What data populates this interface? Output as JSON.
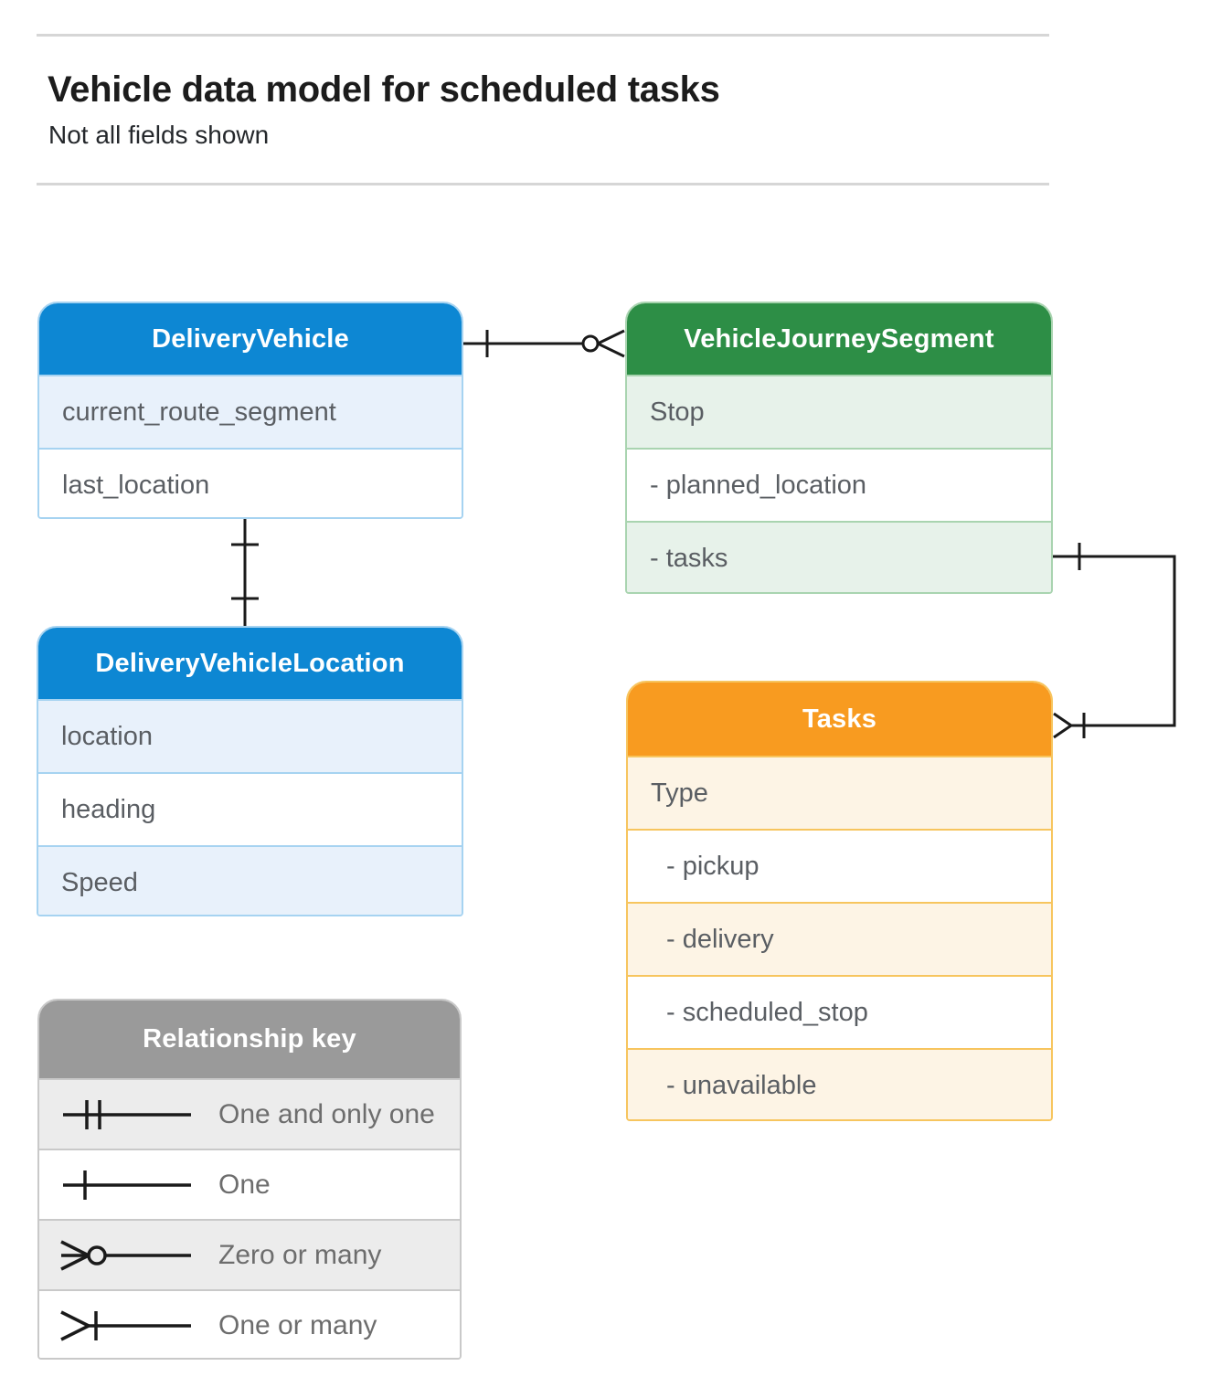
{
  "header": {
    "title": "Vehicle data model for scheduled tasks",
    "subtitle": "Not all fields shown"
  },
  "entities": {
    "delivery_vehicle": {
      "title": "DeliveryVehicle",
      "fields": [
        "current_route_segment",
        "last_location"
      ]
    },
    "vehicle_journey_segment": {
      "title": "VehicleJourneySegment",
      "fields": [
        "Stop",
        "- planned_location",
        "- tasks"
      ]
    },
    "delivery_vehicle_location": {
      "title": "DeliveryVehicleLocation",
      "fields": [
        "location",
        "heading",
        "Speed"
      ]
    },
    "tasks": {
      "title": "Tasks",
      "fields": [
        "Type",
        "- pickup",
        "- delivery",
        "- scheduled_stop",
        "- unavailable"
      ]
    }
  },
  "relationships": [
    {
      "from": "DeliveryVehicle",
      "to": "VehicleJourneySegment",
      "from_cardinality": "one",
      "to_cardinality": "zero-or-many"
    },
    {
      "from": "DeliveryVehicle",
      "to": "DeliveryVehicleLocation",
      "from_cardinality": "one",
      "to_cardinality": "one"
    },
    {
      "from": "VehicleJourneySegment.tasks",
      "to": "Tasks",
      "from_cardinality": "one",
      "to_cardinality": "one-or-many"
    }
  ],
  "legend": {
    "title": "Relationship key",
    "items": [
      {
        "symbol": "one-and-only-one",
        "label": "One and only one"
      },
      {
        "symbol": "one",
        "label": "One"
      },
      {
        "symbol": "zero-or-many",
        "label": "Zero or many"
      },
      {
        "symbol": "one-or-many",
        "label": "One or many"
      }
    ]
  },
  "colors": {
    "blue_header": "#0d87d3",
    "blue_row_tint": "#e8f1fb",
    "blue_border": "#a6d3f1",
    "green_header": "#2d8e46",
    "green_row_tint": "#e7f2ea",
    "green_border": "#a9d4b0",
    "orange_header": "#f89b20",
    "orange_row_tint": "#fdf4e5",
    "orange_border": "#f7c55e",
    "gray_header": "#9a9a9a",
    "gray_row_tint": "#ececec",
    "gray_border": "#c9c9c9",
    "connector": "#1a1a1a",
    "field_text": "#5a5e63",
    "title_text": "#1c1c1c"
  }
}
